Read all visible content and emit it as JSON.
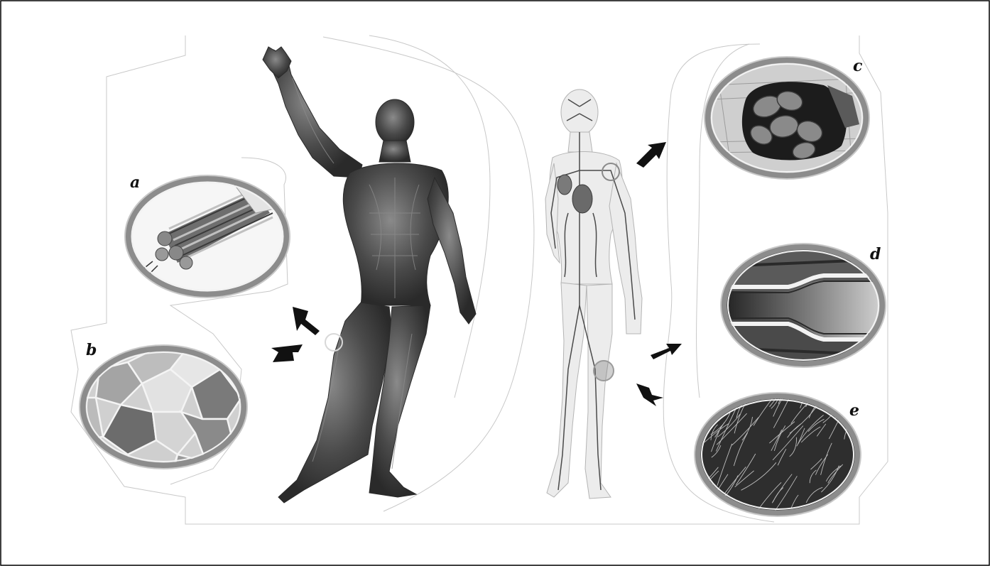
{
  "figure": {
    "panel_labels": {
      "a": "a",
      "b": "b",
      "c": "c",
      "d": "d",
      "e": "e"
    },
    "colors": {
      "frame": "#000000",
      "outline": "#c8c8c8",
      "ring": "#8c8c8c",
      "figure_dark": "#3a3a3a",
      "vessel": "#5a5a5a",
      "arrow": "#111111"
    },
    "icons": {
      "muscular_figure": "human-muscular-system",
      "vascular_figure": "human-circulatory-system",
      "panel_a": "muscle-fiber-bundle",
      "panel_b": "muscle-cell-cross-section",
      "panel_c": "blood-vessel-with-red-cells",
      "panel_d": "vessel-longitudinal-section",
      "panel_e": "vessel-endothelium-texture"
    }
  }
}
